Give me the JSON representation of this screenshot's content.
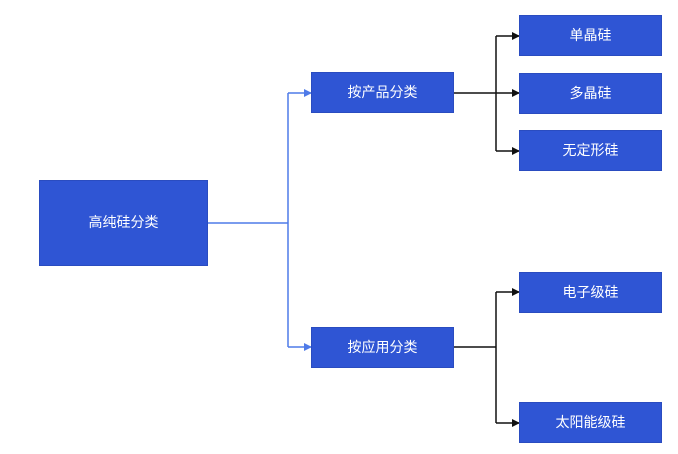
{
  "diagram": {
    "root": "高纯硅分类",
    "branches": [
      {
        "label": "按产品分类",
        "children": [
          "单晶硅",
          "多晶硅",
          "无定形硅"
        ]
      },
      {
        "label": "按应用分类",
        "children": [
          "电子级硅",
          "太阳能级硅"
        ]
      }
    ]
  }
}
